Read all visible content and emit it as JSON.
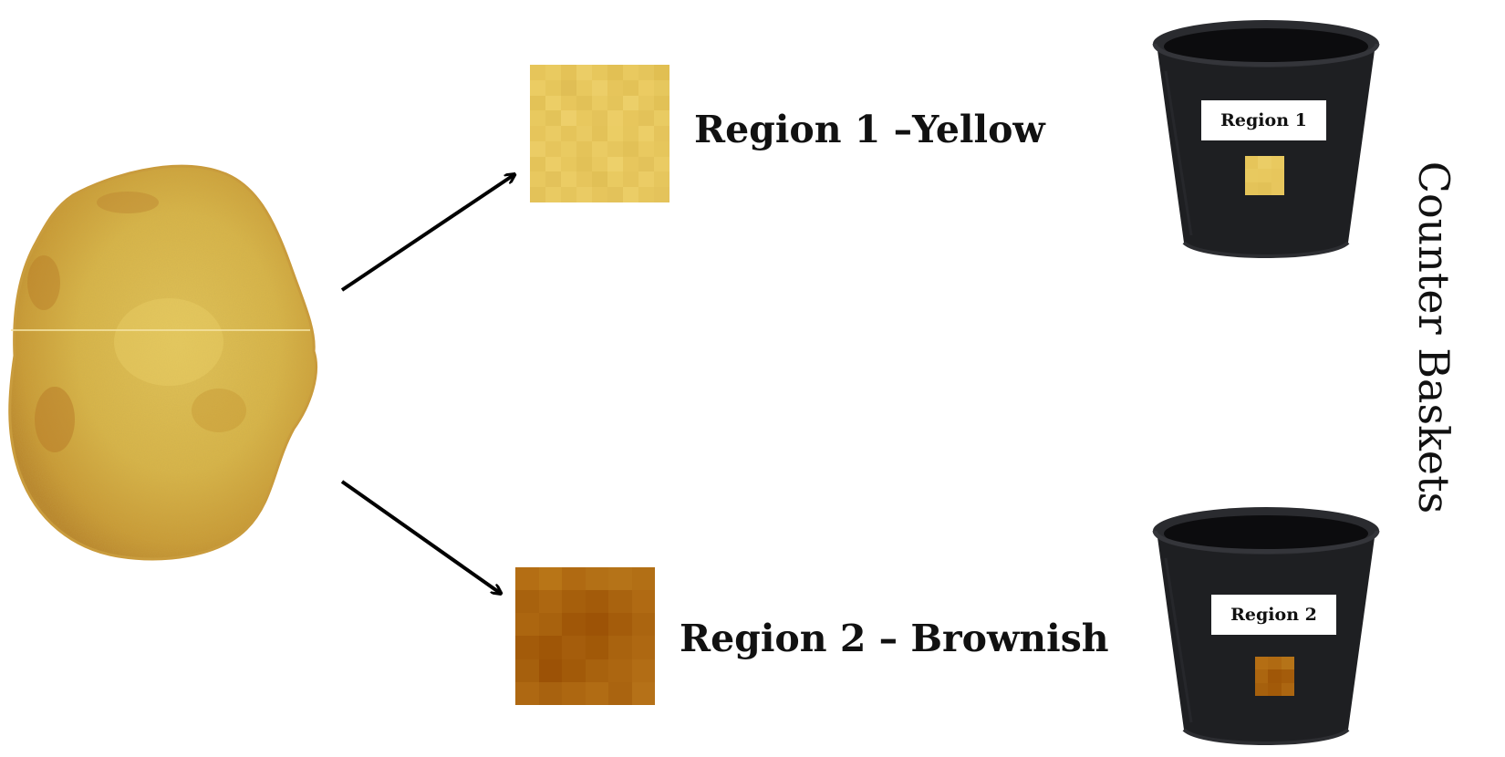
{
  "regions": [
    {
      "label": "Region 1 –Yellow",
      "basket_tag": "Region 1",
      "color": "#e8c75a",
      "swatch_pixels": [
        "#e6c55a",
        "#e9ca60",
        "#e4c257",
        "#ebcd66",
        "#e7c75c",
        "#e2c054",
        "#e9c95f",
        "#e5c55b",
        "#e1bf52",
        "#ebcc63",
        "#e6c65b",
        "#e0be55",
        "#e8c85e",
        "#ecce68",
        "#e6c55b",
        "#e3c257",
        "#ebcb62",
        "#e6c75d",
        "#e3c257",
        "#ecce66",
        "#e7c65c",
        "#e2c157",
        "#e9ca61",
        "#e4c45a",
        "#eccf69",
        "#e7c75e",
        "#e2c156",
        "#e8c95f",
        "#e3c359",
        "#edcf6a",
        "#e8c85e",
        "#e4c35a",
        "#eccd66",
        "#e7c65c",
        "#e3c259",
        "#e9cb62",
        "#e6c55b",
        "#eacb63",
        "#e5c45a",
        "#e9ca62",
        "#e3c258",
        "#ebcd64",
        "#e6c65c",
        "#ecce67",
        "#e5c45b",
        "#ebcc65",
        "#e6c55c",
        "#e9ca61",
        "#e4c359",
        "#eacb63",
        "#e6c65d",
        "#e2c157",
        "#e9c960",
        "#e6c65c",
        "#e4c359",
        "#eccd66",
        "#e7c75d",
        "#e2c157",
        "#e8c85f",
        "#edd06a",
        "#e7c65d",
        "#e3c25a",
        "#eacb63",
        "#e8c85f",
        "#e3c25a",
        "#ebcc64",
        "#e6c55c",
        "#e1c056",
        "#e9ca61",
        "#e5c45b",
        "#ebcc65",
        "#e6c65d",
        "#e3c259",
        "#e9ca62",
        "#e5c55c",
        "#eacb64",
        "#e6c55c",
        "#e3c25a",
        "#ebcd66",
        "#e6c65d",
        "#e4c35b"
      ]
    },
    {
      "label": "Region 2 – Brownish",
      "basket_tag": "Region 2",
      "color": "#b06a12",
      "swatch_pixels": [
        "#b46e14",
        "#b87517",
        "#b06a12",
        "#b37016",
        "#b57318",
        "#b26f15",
        "#a8620e",
        "#ad6711",
        "#a65f0c",
        "#a35b0a",
        "#a9630f",
        "#b06a13",
        "#ac6610",
        "#a8620e",
        "#a05708",
        "#9d5306",
        "#a45c0b",
        "#ab6510",
        "#a35b0a",
        "#9f5607",
        "#a55d0c",
        "#a15908",
        "#a9630f",
        "#ae6812",
        "#a6600d",
        "#9c5206",
        "#a25a09",
        "#a8620e",
        "#ac6611",
        "#b26d15",
        "#ae6812",
        "#a8620f",
        "#ad6711",
        "#b16c14",
        "#aa6410",
        "#b57118"
      ]
    }
  ],
  "side_title": "Counter Baskets",
  "colors": {
    "arrow": "#000000",
    "basket": "#1e1f22",
    "chip_base": "#d9b447",
    "chip_edge": "#b98228"
  }
}
